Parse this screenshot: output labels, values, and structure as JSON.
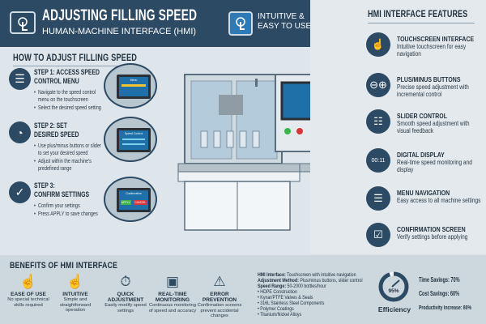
{
  "header": {
    "title": "ADJUSTING FILLING SPEED",
    "subtitle": "HUMAN-MACHINE INTERFACE (HMI)",
    "tagline_1": "INTUITIVE &",
    "tagline_2": "EASY TO USE"
  },
  "how_to": {
    "title": "HOW TO ADJUST FILLING SPEED",
    "steps": [
      {
        "title_1": "STEP 1: ACCESS SPEED",
        "title_2": "CONTROL MENU",
        "bullets": [
          "Navigate to the speed control menu on the touchscreen",
          "Select the desired speed setting"
        ],
        "icon": "list-icon",
        "screen_title": "Menu"
      },
      {
        "title_1": "STEP 2: SET",
        "title_2": "DESIRED SPEED",
        "bullets": [
          "Use plus/minus buttons or slider to set your desired speed",
          "Adjust within the machine's predefined range"
        ],
        "icon": "speedometer-icon",
        "screen_title": "Speed Control"
      },
      {
        "title_1": "STEP 3:",
        "title_2": "CONFIRM SETTINGS",
        "bullets": [
          "Confirm your settings",
          "Press APPLY to save changes"
        ],
        "icon": "check-circle-icon",
        "screen_title": "Confirmation",
        "screen_apply": "APPLY",
        "screen_cancel": "CANCEL"
      }
    ]
  },
  "features": {
    "title": "HMI INTERFACE FEATURES",
    "items": [
      {
        "title": "TOUCHSCREEN INTERFACE",
        "desc": "Intuitive touchscreen for easy navigation",
        "icon": "touchscreen-icon"
      },
      {
        "title": "PLUS/MINUS BUTTONS",
        "desc": "Precise speed adjustment with incremental control",
        "icon": "plus-minus-icon"
      },
      {
        "title": "SLIDER CONTROL",
        "desc": "Smooth speed adjustment with visual feedback",
        "icon": "slider-icon"
      },
      {
        "title": "DIGITAL DISPLAY",
        "desc": "Real-time speed monitoring and display",
        "icon": "digital-display-icon",
        "display": "00:11"
      },
      {
        "title": "MENU NAVIGATION",
        "desc": "Easy access to all machine settings",
        "icon": "menu-icon"
      },
      {
        "title": "CONFIRMATION SCREEN",
        "desc": "Verify settings before applying",
        "icon": "confirm-window-icon"
      }
    ]
  },
  "benefits": {
    "title": "BENEFITS OF HMI INTERFACE",
    "items": [
      {
        "title": "EASE OF USE",
        "desc": "No special technical skills required",
        "icon": "touch-hand-icon"
      },
      {
        "title": "INTUITIVE",
        "desc": "Simple and straightforward operation",
        "icon": "tap-hand-icon"
      },
      {
        "title": "QUICK ADJUSTMENT",
        "desc": "Easily modify speed settings",
        "icon": "stopwatch-icon"
      },
      {
        "title": "REAL-TIME MONITORING",
        "desc": "Continuous monitoring of speed and accuracy",
        "icon": "monitor-pulse-icon"
      },
      {
        "title": "ERROR PREVENTION",
        "desc": "Confirmation screens prevent accidental changes",
        "icon": "warning-icon"
      }
    ]
  },
  "specs": {
    "lines": [
      {
        "label": "HMI Interface:",
        "value": "Touchscreen with intuitive navigation"
      },
      {
        "label": "Adjustment Method:",
        "value": "Plus/minus buttons, slider control"
      },
      {
        "label": "Speed Range:",
        "value": "50-2000 bottles/hour"
      }
    ],
    "bullets": [
      "HDPE Construction",
      "Kynar/PTFE Valves & Seals",
      "316L Stainless Steel Components",
      "Polymer Coatings",
      "Titanium/Nickel Alloys"
    ]
  },
  "efficiency": {
    "value": "95%",
    "fraction": 0.95,
    "label": "Efficiency"
  },
  "stats": [
    "Time Savings: 70%",
    "Cost Savings: 60%",
    "Productivity Increase: 80%"
  ],
  "colors": {
    "navy": "#2c4a63",
    "screen": "#1f6fa8",
    "apply": "#3bb54a",
    "cancel": "#d9353a"
  }
}
